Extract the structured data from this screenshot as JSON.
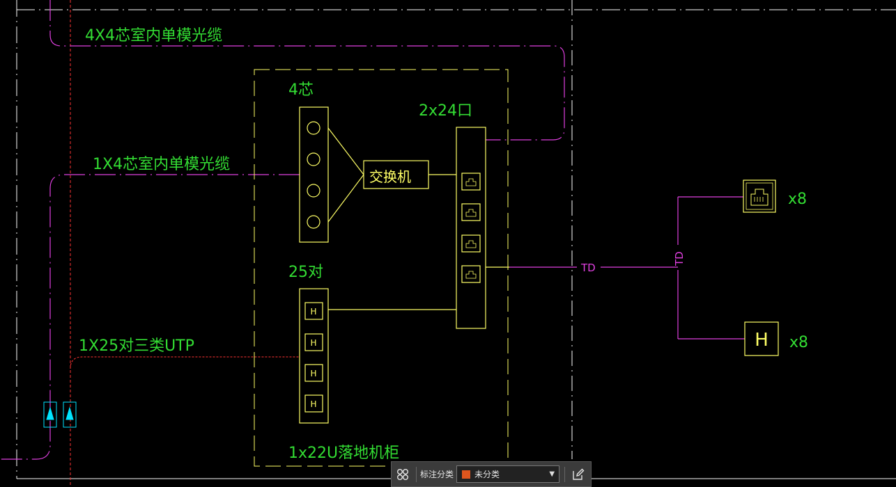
{
  "colors": {
    "background": "#000000",
    "frame": "#ffffff",
    "cabinet": "#ffff66",
    "fiber": "#e040e0",
    "utp": "#ff3333",
    "label": "#33dd33",
    "accent": "#00e5ff"
  },
  "labels": {
    "fiber_4x4": "4X4芯室内单模光缆",
    "fiber_1x4": "1X4芯室内单模光缆",
    "utp_1x25": "1X25对三类UTP",
    "cores_4": "4芯",
    "ports_2x24": "2x24口",
    "switch": "交换机",
    "pairs_25": "25对",
    "cabinet": "1x22U落地机柜",
    "td_horizontal": "TD",
    "td_vertical": "TD",
    "count_rj45": "x8",
    "count_phone": "x8",
    "h": "H"
  },
  "toolbar": {
    "label": "标注分类",
    "selected": "未分类",
    "swatch_color": "#e0561e",
    "icons": [
      "grid-icon",
      "edit-icon",
      "chevron-down-icon"
    ]
  }
}
